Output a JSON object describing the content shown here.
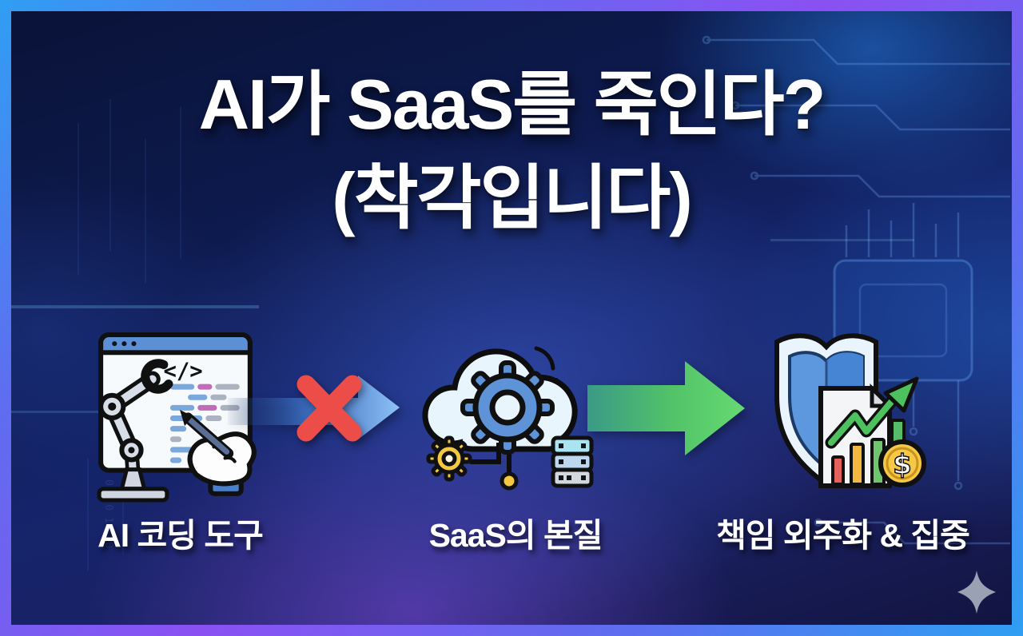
{
  "title": {
    "line1": "AI가 SaaS를 죽인다?",
    "line2": "(착각입니다)"
  },
  "flow": {
    "items": [
      {
        "label": "AI 코딩 도구",
        "icon": "ai-coding-robot-window"
      },
      {
        "label": "SaaS의 본질",
        "icon": "cloud-gear-server"
      },
      {
        "label": "책임 외주화 & 집중",
        "icon": "shield-growth-chart-coin"
      }
    ],
    "connectors": [
      {
        "type": "blocked-arrow",
        "direction": "right",
        "arrow_color": "#7db4f2",
        "overlay": "red-x",
        "overlay_color": "#ec4d49"
      },
      {
        "type": "arrow",
        "direction": "right",
        "arrow_color": "#55c96a"
      }
    ]
  },
  "background": {
    "theme": "digital-circuit-board",
    "frame_gradient": [
      "#2f9ff2",
      "#8b50f2",
      "#2f9ff2"
    ],
    "base_colors": [
      "#0a1338",
      "#15246a",
      "#1b2163"
    ]
  },
  "decorations": {
    "sparkle": "four-point-star",
    "sparkle_color": "#99a1b3"
  }
}
